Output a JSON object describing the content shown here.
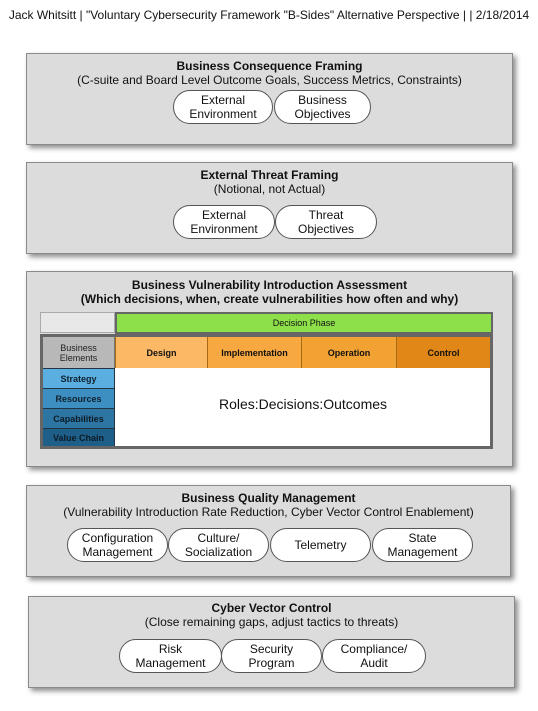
{
  "header": {
    "text": "Jack Whitsitt | \"Voluntary Cybersecurity Framework \"B-Sides\" Alternative Perspective | | 2/18/2014"
  },
  "business_consequence": {
    "title": "Business Consequence Framing",
    "subtitle": "(C-suite and Board Level Outcome Goals, Success Metrics, Constraints)",
    "items": [
      "External\nEnvironment",
      "Business\nObjectives"
    ]
  },
  "external_threat": {
    "title": "External Threat Framing",
    "subtitle": "(Notional, not Actual)",
    "items": [
      "External\nEnvironment",
      "Threat\nObjectives"
    ]
  },
  "vulnerability_assessment": {
    "title": "Business Vulnerability Introduction Assessment",
    "subtitle": "(Which decisions, when, create vulnerabilities how often and why)",
    "decision_phase": "Decision Phase",
    "phases": [
      "Design",
      "Implementation",
      "Operation",
      "Control"
    ],
    "business_elements_label": "Business\nElements",
    "elements": [
      "Strategy",
      "Resources",
      "Capabilities",
      "Value Chain"
    ],
    "center_text": "Roles:Decisions:Outcomes",
    "colors": {
      "decision_phase": "#8ee04a",
      "phases": [
        "#fbb865",
        "#f8a840",
        "#f1a232",
        "#e18718"
      ],
      "elements": [
        "#5aaee0",
        "#3c8fc0",
        "#2d76a4",
        "#1d5f88"
      ],
      "business_elements": "#b8b8b8"
    }
  },
  "business_quality": {
    "title": "Business Quality Management",
    "subtitle": "(Vulnerability Introduction Rate Reduction, Cyber Vector Control Enablement)",
    "items": [
      "Configuration\nManagement",
      "Culture/\nSocialization",
      "Telemetry",
      "State\nManagement"
    ]
  },
  "cyber_vector": {
    "title": "Cyber Vector Control",
    "subtitle": "(Close remaining gaps, adjust tactics to threats)",
    "items": [
      "Risk\nManagement",
      "Security\nProgram",
      "Compliance/\nAudit"
    ]
  }
}
